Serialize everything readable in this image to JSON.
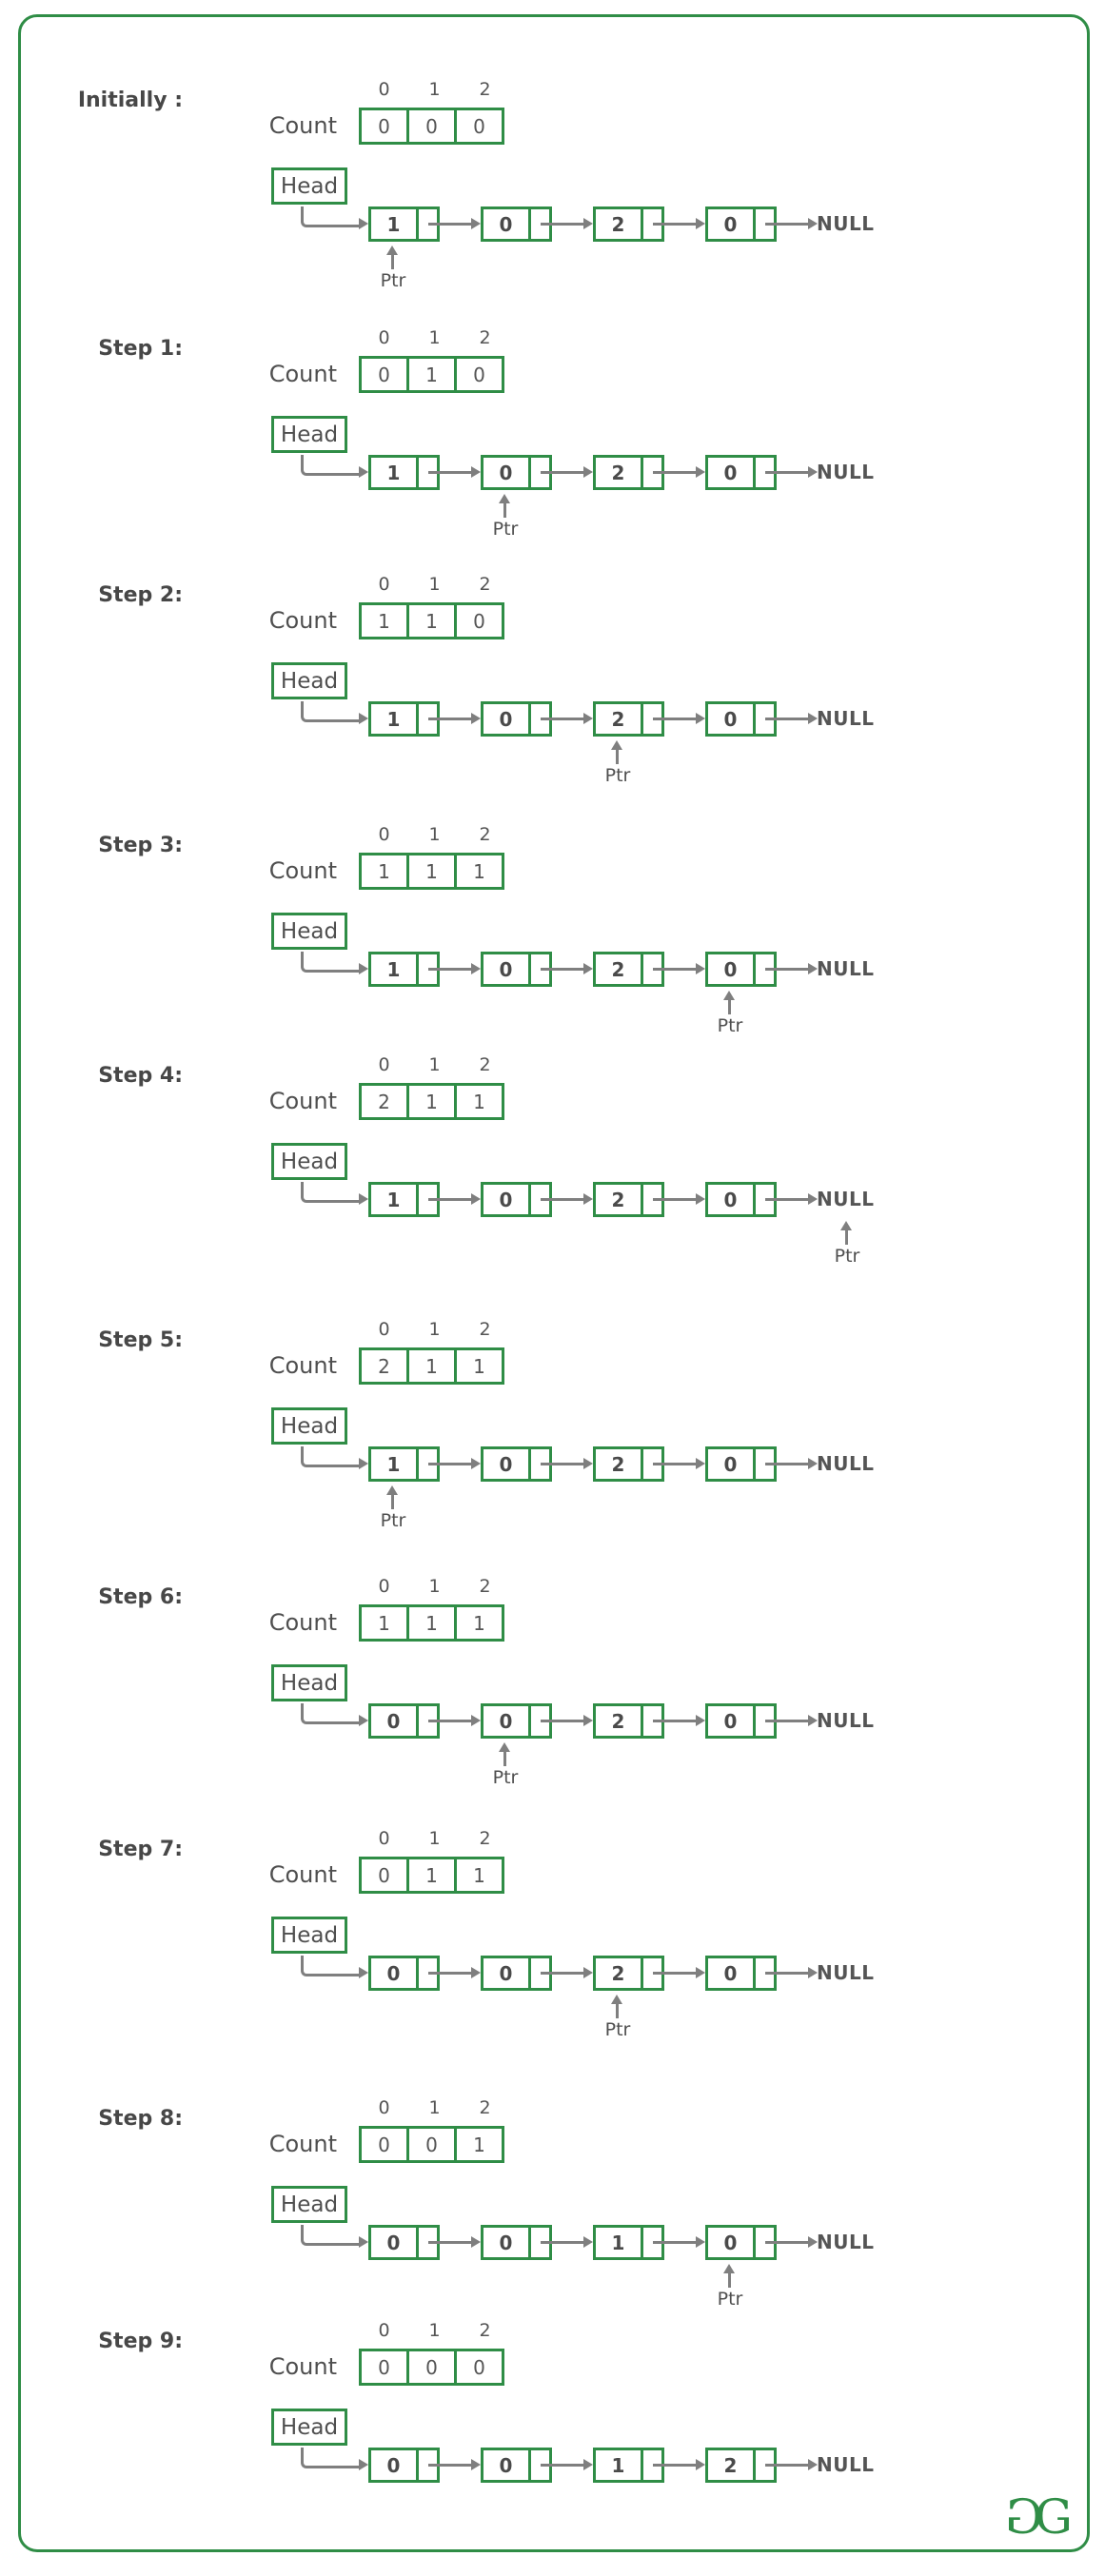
{
  "colors": {
    "green": "#2f8d46",
    "arrow_gray": "#7f7f7f",
    "text_dark": "#474747",
    "text_gray": "#555555"
  },
  "shared": {
    "count_label": "Count",
    "head_label": "Head",
    "ptr_label": "Ptr",
    "null_label": "NULL",
    "indices": [
      "0",
      "1",
      "2"
    ]
  },
  "steps": [
    {
      "label": "Initially :",
      "count": [
        "0",
        "0",
        "0"
      ],
      "list": [
        "1",
        "0",
        "2",
        "0"
      ],
      "ptr_at": "node1"
    },
    {
      "label": "Step 1:",
      "count": [
        "0",
        "1",
        "0"
      ],
      "list": [
        "1",
        "0",
        "2",
        "0"
      ],
      "ptr_at": "node2"
    },
    {
      "label": "Step 2:",
      "count": [
        "1",
        "1",
        "0"
      ],
      "list": [
        "1",
        "0",
        "2",
        "0"
      ],
      "ptr_at": "node3"
    },
    {
      "label": "Step 3:",
      "count": [
        "1",
        "1",
        "1"
      ],
      "list": [
        "1",
        "0",
        "2",
        "0"
      ],
      "ptr_at": "node4"
    },
    {
      "label": "Step 4:",
      "count": [
        "2",
        "1",
        "1"
      ],
      "list": [
        "1",
        "0",
        "2",
        "0"
      ],
      "ptr_at": "null"
    },
    {
      "label": "Step 5:",
      "count": [
        "2",
        "1",
        "1"
      ],
      "list": [
        "1",
        "0",
        "2",
        "0"
      ],
      "ptr_at": "node1"
    },
    {
      "label": "Step 6:",
      "count": [
        "1",
        "1",
        "1"
      ],
      "list": [
        "0",
        "0",
        "2",
        "0"
      ],
      "ptr_at": "node2"
    },
    {
      "label": "Step 7:",
      "count": [
        "0",
        "1",
        "1"
      ],
      "list": [
        "0",
        "0",
        "2",
        "0"
      ],
      "ptr_at": "node3"
    },
    {
      "label": "Step 8:",
      "count": [
        "0",
        "0",
        "1"
      ],
      "list": [
        "0",
        "0",
        "1",
        "0"
      ],
      "ptr_at": "node4"
    },
    {
      "label": "Step 9:",
      "count": [
        "0",
        "0",
        "0"
      ],
      "list": [
        "0",
        "0",
        "1",
        "2"
      ],
      "ptr_at": "none"
    }
  ],
  "logo": {
    "first_glyph": "G",
    "second_glyph": "G"
  }
}
